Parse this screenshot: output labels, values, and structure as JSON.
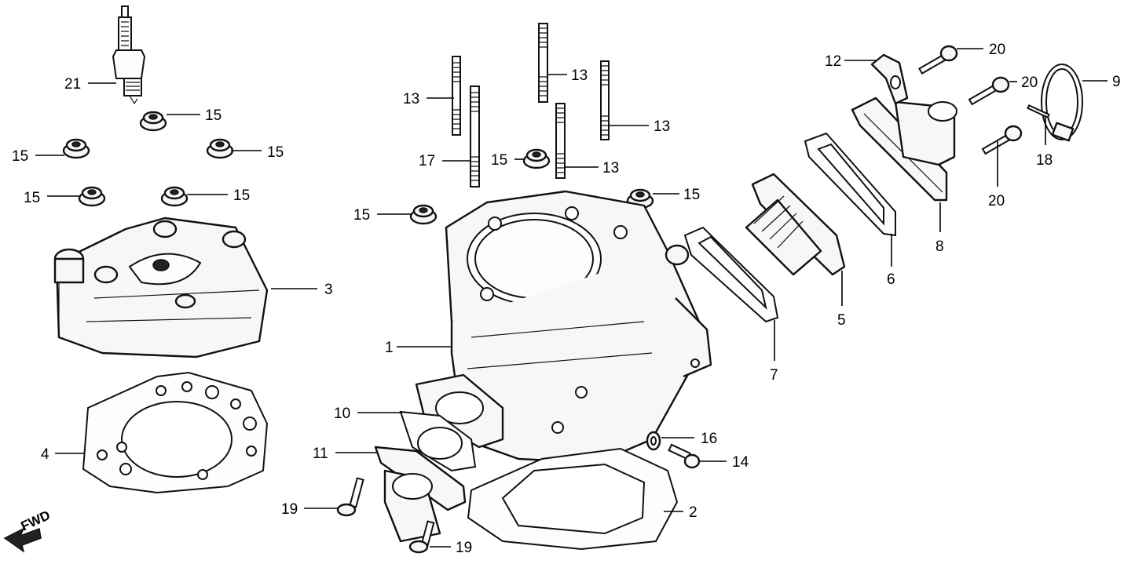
{
  "callouts": [
    {
      "id": "c21",
      "text": "21"
    },
    {
      "id": "c15a",
      "text": "15"
    },
    {
      "id": "c15b",
      "text": "15"
    },
    {
      "id": "c15c",
      "text": "15"
    },
    {
      "id": "c15d",
      "text": "15"
    },
    {
      "id": "c15e",
      "text": "15"
    },
    {
      "id": "c15f",
      "text": "15"
    },
    {
      "id": "c15g",
      "text": "15"
    },
    {
      "id": "c15h",
      "text": "15"
    },
    {
      "id": "c13a",
      "text": "13"
    },
    {
      "id": "c13b",
      "text": "13"
    },
    {
      "id": "c13c",
      "text": "13"
    },
    {
      "id": "c13d",
      "text": "13"
    },
    {
      "id": "c17",
      "text": "17"
    },
    {
      "id": "c3",
      "text": "3"
    },
    {
      "id": "c4",
      "text": "4"
    },
    {
      "id": "c1",
      "text": "1"
    },
    {
      "id": "c10",
      "text": "10"
    },
    {
      "id": "c11",
      "text": "11"
    },
    {
      "id": "c19a",
      "text": "19"
    },
    {
      "id": "c19b",
      "text": "19"
    },
    {
      "id": "c2",
      "text": "2"
    },
    {
      "id": "c16",
      "text": "16"
    },
    {
      "id": "c14",
      "text": "14"
    },
    {
      "id": "c7",
      "text": "7"
    },
    {
      "id": "c5",
      "text": "5"
    },
    {
      "id": "c6",
      "text": "6"
    },
    {
      "id": "c8",
      "text": "8"
    },
    {
      "id": "c12",
      "text": "12"
    },
    {
      "id": "c20a",
      "text": "20"
    },
    {
      "id": "c20b",
      "text": "20"
    },
    {
      "id": "c20c",
      "text": "20"
    },
    {
      "id": "c9",
      "text": "9"
    },
    {
      "id": "c18",
      "text": "18"
    }
  ],
  "fwd_label": "FWD"
}
